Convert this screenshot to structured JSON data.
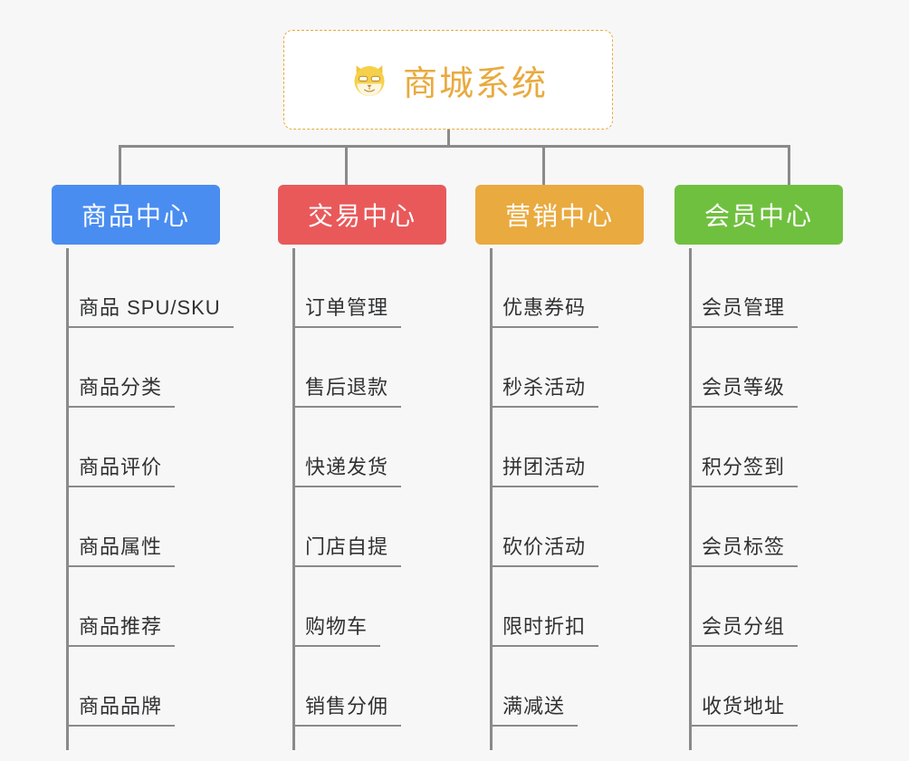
{
  "root": {
    "title": "商城系统",
    "icon": "shiba-dog-face-icon",
    "accent_color": "#e9aa3f",
    "border_style": "dashed",
    "background": "#ffffff"
  },
  "canvas": {
    "background": "#f7f7f7",
    "connector_color": "#8a8a8a",
    "leaf_text_color": "#303133"
  },
  "columns": [
    {
      "id": "product-center",
      "label": "商品中心",
      "color": "#4a8df0",
      "items": [
        {
          "label": "商品 SPU/SKU"
        },
        {
          "label": "商品分类"
        },
        {
          "label": "商品评价"
        },
        {
          "label": "商品属性"
        },
        {
          "label": "商品推荐"
        },
        {
          "label": "商品品牌"
        }
      ]
    },
    {
      "id": "trade-center",
      "label": "交易中心",
      "color": "#e9595a",
      "items": [
        {
          "label": "订单管理"
        },
        {
          "label": "售后退款"
        },
        {
          "label": "快递发货"
        },
        {
          "label": "门店自提"
        },
        {
          "label": "购物车"
        },
        {
          "label": "销售分佣"
        }
      ]
    },
    {
      "id": "marketing-center",
      "label": "营销中心",
      "color": "#e9aa3f",
      "items": [
        {
          "label": "优惠券码"
        },
        {
          "label": "秒杀活动"
        },
        {
          "label": "拼团活动"
        },
        {
          "label": "砍价活动"
        },
        {
          "label": "限时折扣"
        },
        {
          "label": "满减送"
        }
      ]
    },
    {
      "id": "member-center",
      "label": "会员中心",
      "color": "#70c03f",
      "items": [
        {
          "label": "会员管理"
        },
        {
          "label": "会员等级"
        },
        {
          "label": "积分签到"
        },
        {
          "label": "会员标签"
        },
        {
          "label": "会员分组"
        },
        {
          "label": "收货地址"
        }
      ]
    }
  ]
}
